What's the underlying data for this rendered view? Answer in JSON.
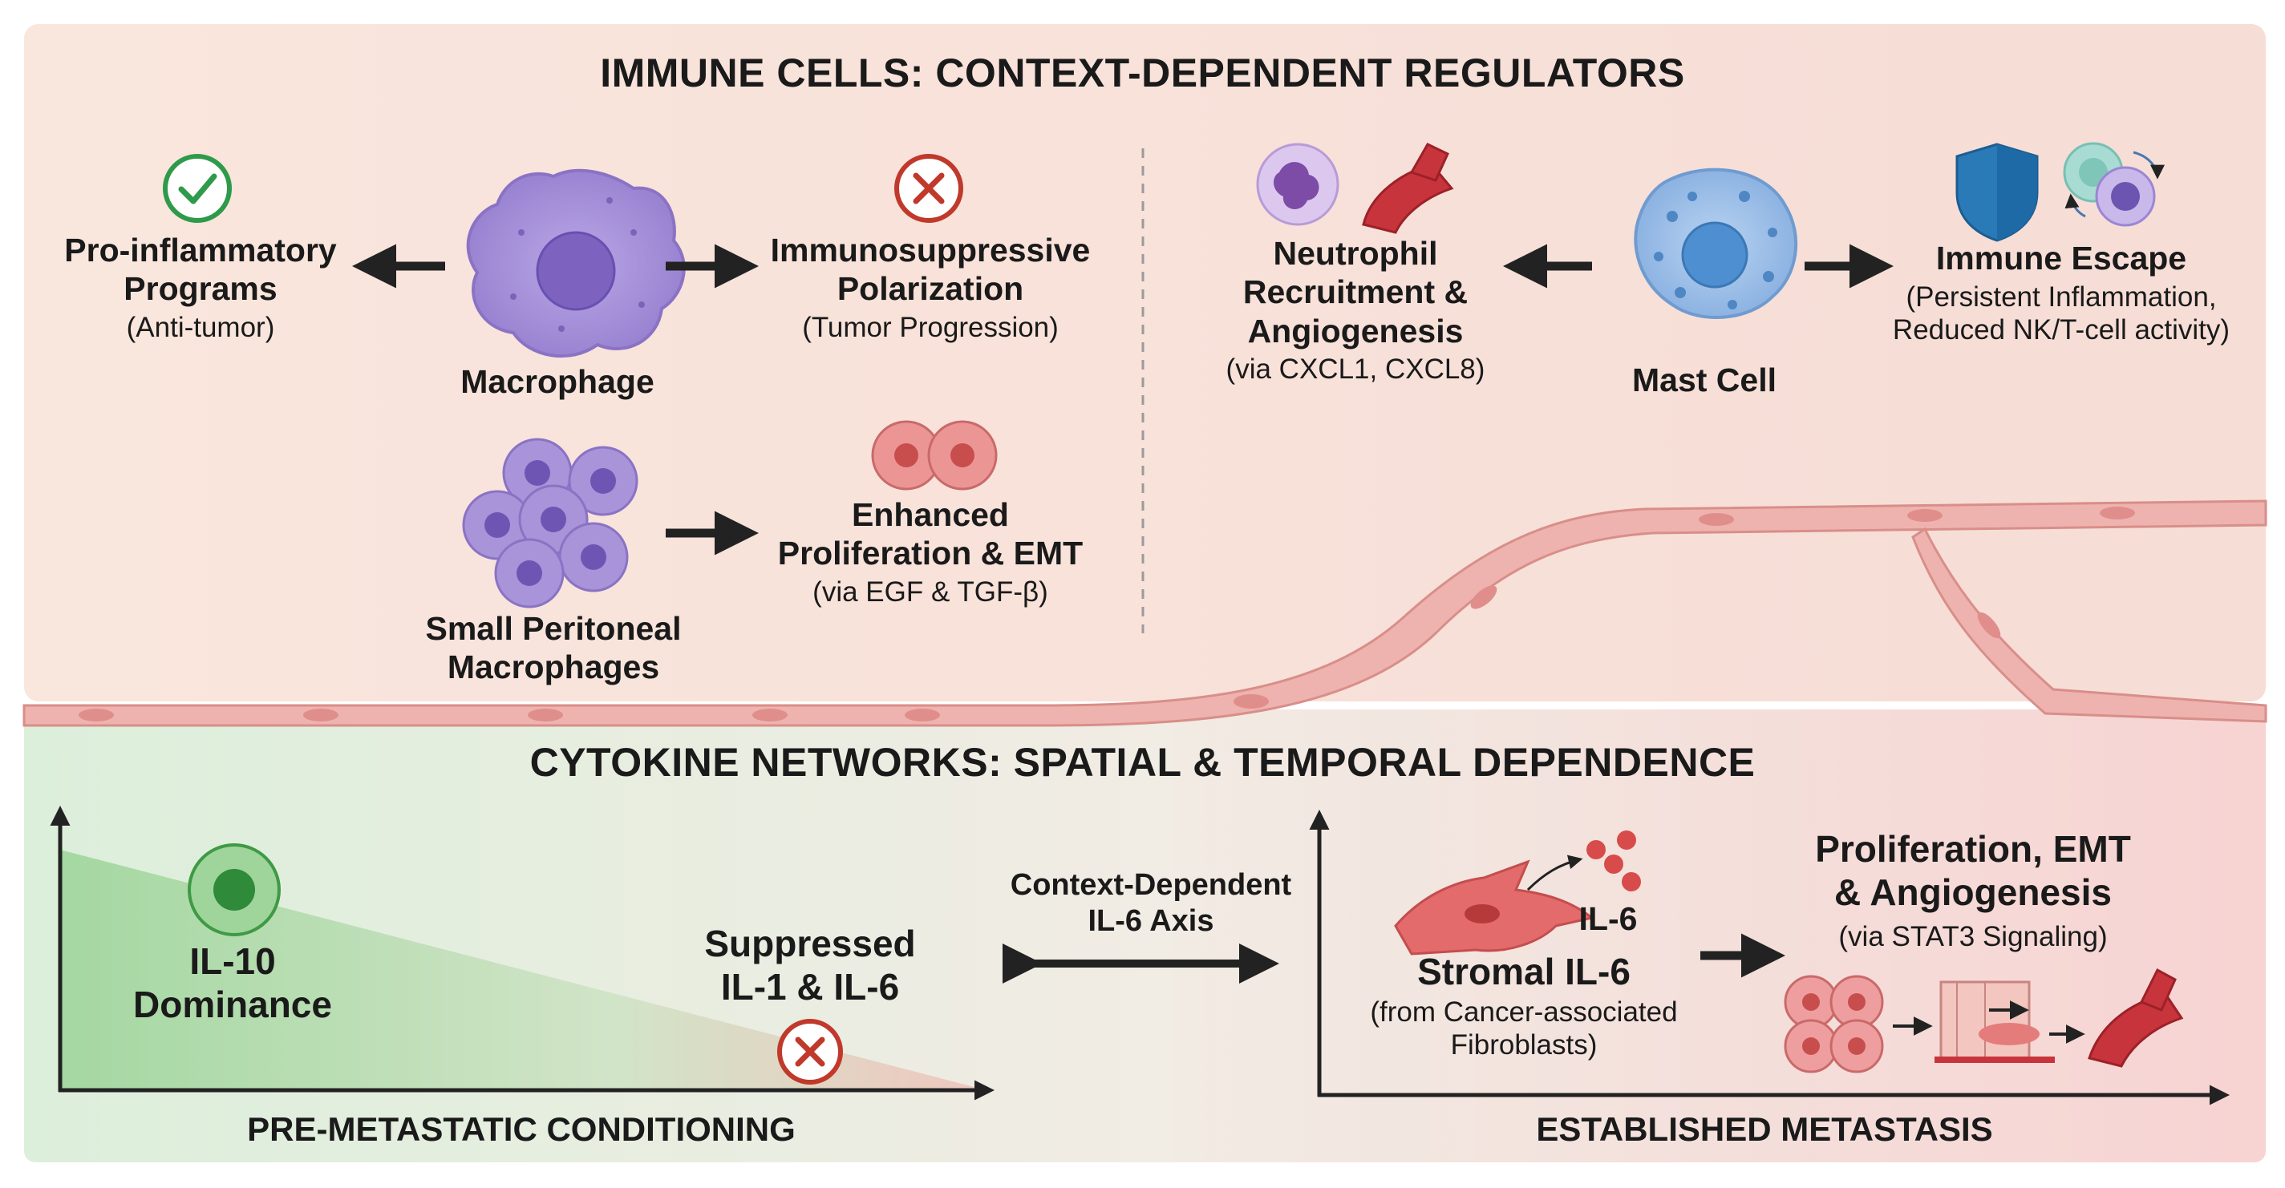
{
  "colors": {
    "top_panel": "#f8e3da",
    "bottom_panel_left": "#dcefdb",
    "bottom_panel_right": "#f7d6d4",
    "macrophage": "#9b86d4",
    "mast_cell": "#8fb6e3",
    "tumor_red": "#e07b7b",
    "green_check": "#2e9a4a",
    "red_x": "#c0392b",
    "arrow": "#222222",
    "endothelium": "#e8a6a4"
  },
  "icons": [
    "check-icon",
    "cross-icon",
    "shield-icon",
    "immune-cells-icon",
    "neutrophil-icon",
    "blood-vessel-icon",
    "cytokine-dots-icon",
    "fibroblast-icon"
  ],
  "top": {
    "title": "IMMUNE CELLS: CONTEXT-DEPENDENT REGULATORS",
    "pro_inflammatory": {
      "title_line1": "Pro-inflammatory",
      "title_line2": "Programs",
      "sub": "(Anti-tumor)"
    },
    "macrophage_label": "Macrophage",
    "immunosuppressive": {
      "title_line1": "Immunosuppressive",
      "title_line2": "Polarization",
      "sub": "(Tumor Progression)"
    },
    "small_macrophages": {
      "line1": "Small Peritoneal",
      "line2": "Macrophages"
    },
    "enhanced": {
      "title_line1": "Enhanced",
      "title_line2": "Proliferation & EMT",
      "sub": "(via EGF & TGF-β)"
    },
    "neutrophil": {
      "line1": "Neutrophil",
      "line2": "Recruitment &",
      "line3": "Angiogenesis",
      "sub": "(via CXCL1, CXCL8)"
    },
    "mast_cell_label": "Mast Cell",
    "immune_escape": {
      "title": "Immune Escape",
      "sub_line1": "(Persistent Inflammation,",
      "sub_line2": "Reduced NK/T-cell activity)"
    }
  },
  "bottom": {
    "title": "CYTOKINE NETWORKS: SPATIAL & TEMPORAL DEPENDENCE",
    "il10": {
      "line1": "IL-10",
      "line2": "Dominance"
    },
    "suppressed": {
      "line1": "Suppressed",
      "line2": "IL-1 & IL-6"
    },
    "context_axis": {
      "line1": "Context-Dependent",
      "line2": "IL-6 Axis"
    },
    "il6_label": "IL-6",
    "stromal": {
      "title": "Stromal IL-6",
      "sub_line1": "(from Cancer-associated",
      "sub_line2": "Fibroblasts)"
    },
    "outcome": {
      "line1": "Proliferation, EMT",
      "line2": "& Angiogenesis",
      "sub": "(via STAT3 Signaling)"
    },
    "left_axis_label": "PRE-METASTATIC CONDITIONING",
    "right_axis_label": "ESTABLISHED METASTASIS"
  }
}
